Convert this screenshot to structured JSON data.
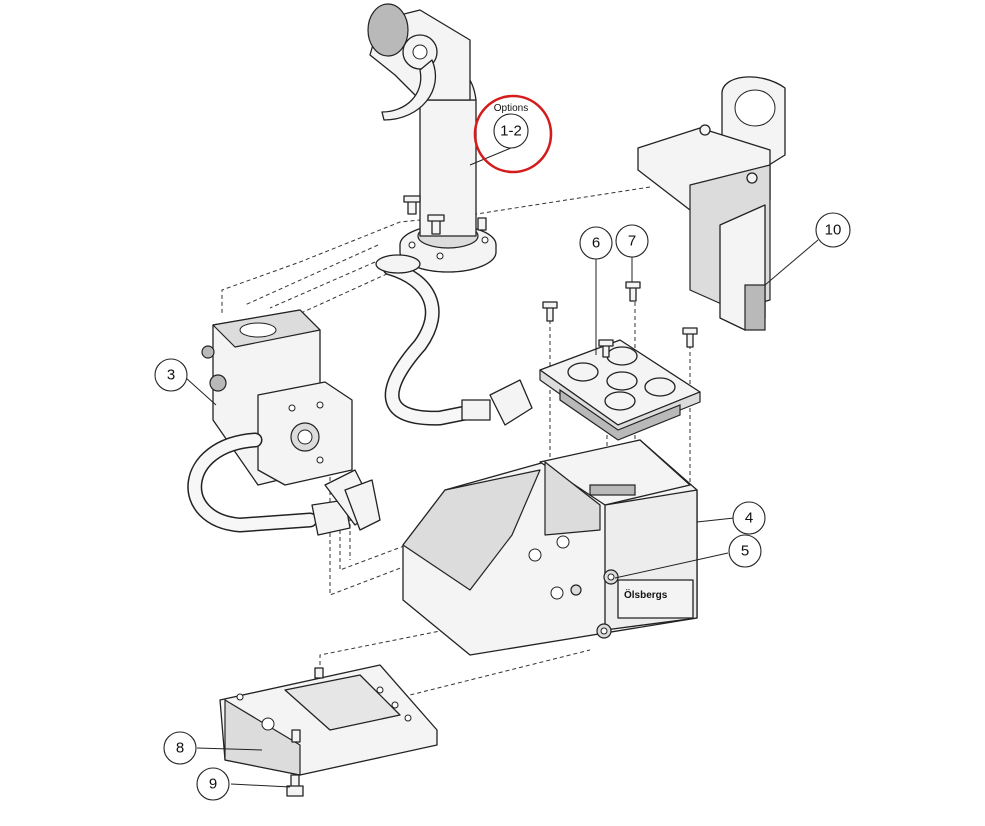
{
  "callouts": {
    "options_label": "Options",
    "n_1_2": "1-2",
    "n3": "3",
    "n4": "4",
    "n5": "5",
    "n6": "6",
    "n7": "7",
    "n8": "8",
    "n9": "9",
    "n10": "10"
  },
  "base_label": {
    "brand": "Ölsbergs"
  },
  "colors": {
    "highlight": "#d41c1c",
    "line": "#222222",
    "fill": "#f4f4f4"
  }
}
